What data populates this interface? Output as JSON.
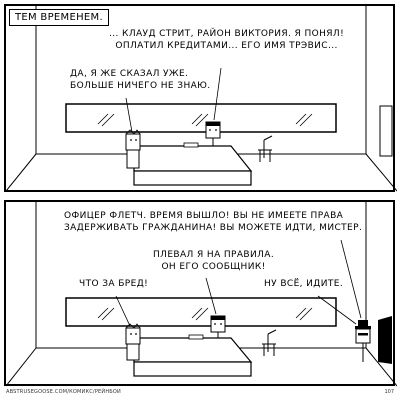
{
  "panel1": {
    "caption": "ТЕМ ВРЕМЕНЕМ.",
    "speech_officer_line1": "... КЛАУД СТРИТ, РАЙОН ВИКТОРИЯ. Я ПОНЯЛ!",
    "speech_officer_line2": "ОПЛАТИЛ КРЕДИТАМИ... ЕГО ИМЯ ТРЭВИС...",
    "speech_suspect_line1": "ДА, Я ЖЕ СКАЗАЛ УЖЕ.",
    "speech_suspect_line2": "БОЛЬШЕ НИЧЕГО НЕ ЗНАЮ."
  },
  "panel2": {
    "speech_visitor_line1": "ОФИЦЕР ФЛЕТЧ. ВРЕМЯ ВЫШЛО! ВЫ НЕ ИМЕЕТЕ ПРАВА",
    "speech_visitor_line2": "ЗАДЕРЖИВАТЬ ГРАЖДАНИНА! ВЫ МОЖЕТЕ ИДТИ, МИСТЕР.",
    "speech_officer_line1": "ПЛЕВАЛ Я НА ПРАВИЛА.",
    "speech_officer_line2": "ОН ЕГО СООБЩНИК!",
    "speech_suspect": "ЧТО ЗА БРЕД!",
    "speech_visitor_short": "НУ ВСЁ, ИДИТЕ."
  },
  "footer": {
    "credit": "ABSTRUSEGOOSE.COM/КОМИКС/РЕЙНБОИ",
    "page_number": "107"
  }
}
